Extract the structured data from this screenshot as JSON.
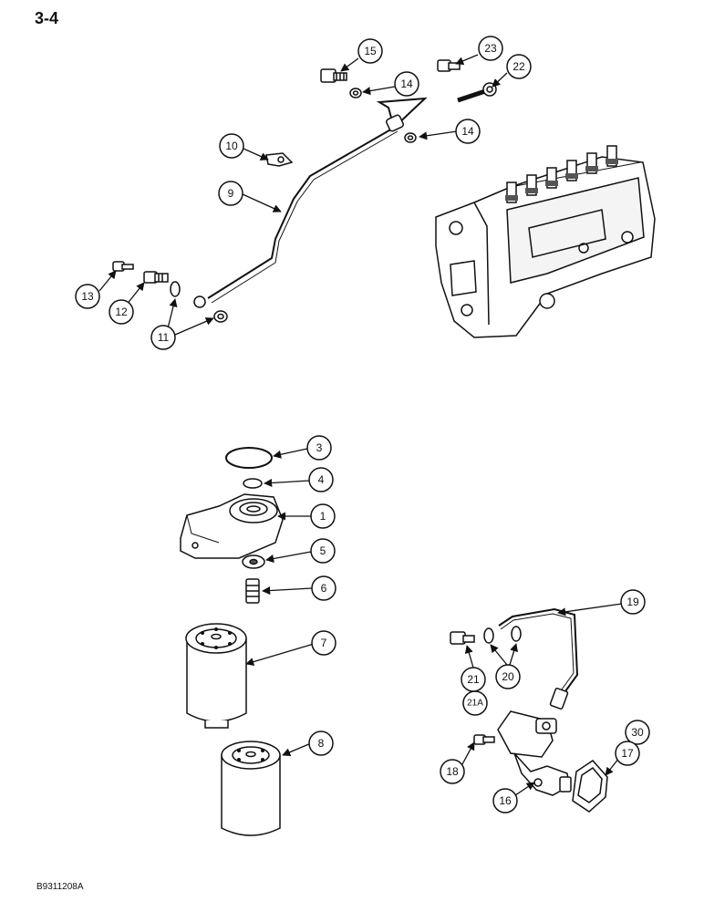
{
  "page_number": "3-4",
  "document_code": "B9311208A",
  "callouts": {
    "c1": "1",
    "c3": "3",
    "c4": "4",
    "c5": "5",
    "c6": "6",
    "c7": "7",
    "c8": "8",
    "c9": "9",
    "c10": "10",
    "c11": "11",
    "c12": "12",
    "c13": "13",
    "c14a": "14",
    "c14b": "14",
    "c15": "15",
    "c16": "16",
    "c17": "17",
    "c18": "18",
    "c19": "19",
    "c20": "20",
    "c21": "21",
    "c21a": "21A",
    "c22": "22",
    "c23": "23",
    "c30": "30"
  },
  "colors": {
    "ink": "#111111",
    "paper": "#ffffff",
    "shade": "#555555"
  }
}
